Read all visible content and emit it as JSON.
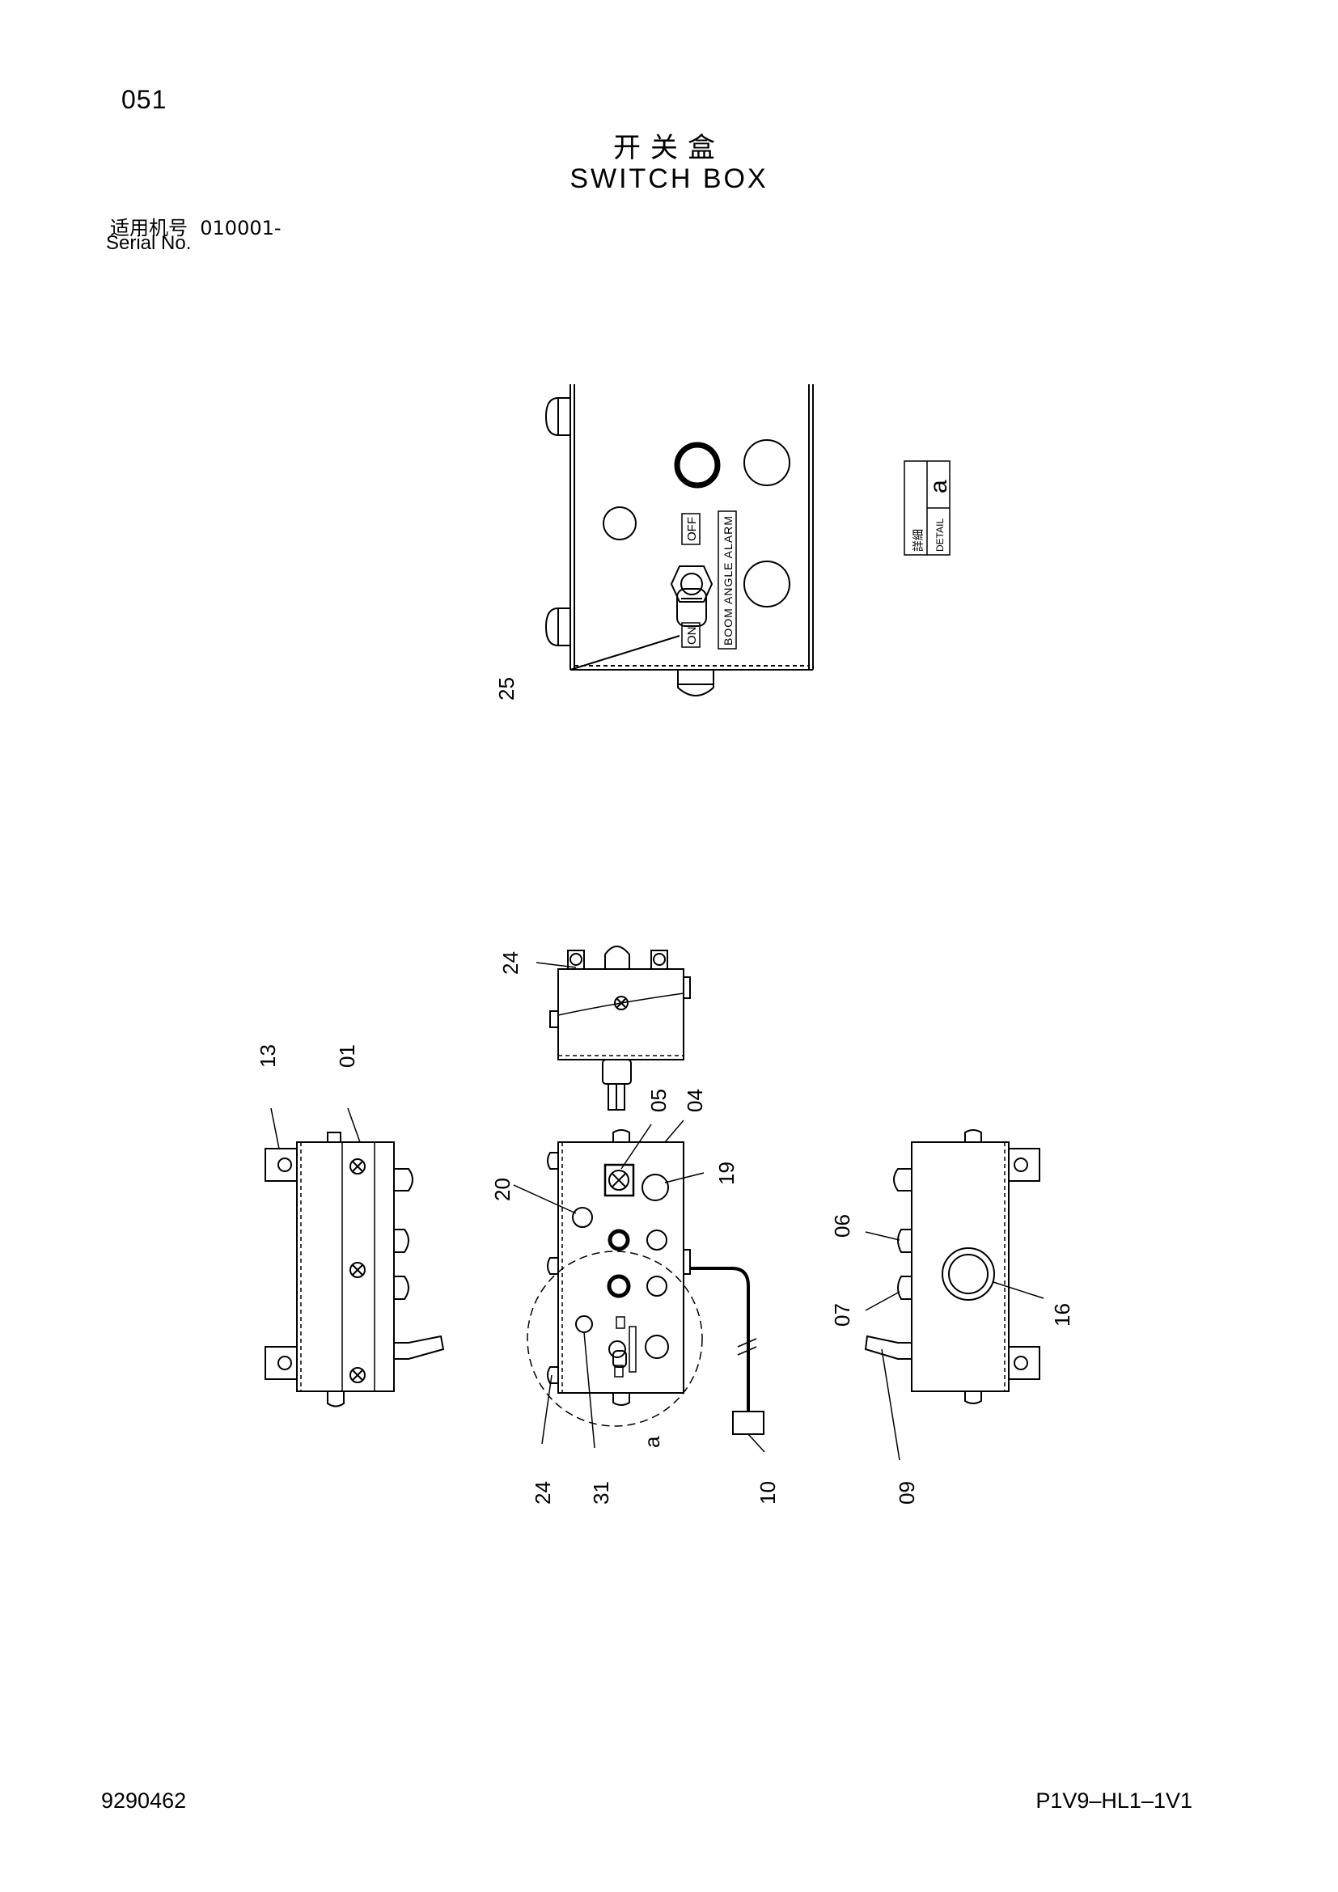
{
  "header": {
    "page_number": "051",
    "title_cn": "开关盒",
    "title_en": "SWITCH BOX",
    "serial_label_cn": "适用机号",
    "serial_value": "010001-",
    "serial_label_en": "Serial No."
  },
  "detail_view": {
    "callouts": [
      "25"
    ],
    "panel_labels": {
      "on": "ON",
      "off": "OFF",
      "function": "BOOM ANGLE ALARM"
    },
    "detail_tag": {
      "letter": "a",
      "label_cn": "詳細",
      "label_en": "DETAIL"
    }
  },
  "assembly_view": {
    "callouts": [
      "24",
      "13",
      "01",
      "05",
      "04",
      "20",
      "19",
      "06",
      "07",
      "16",
      "24",
      "31",
      "10",
      "09"
    ],
    "detail_marker": "a"
  },
  "footer": {
    "document_number": "9290462",
    "page_code": "P1V9–HL1–1V1"
  }
}
